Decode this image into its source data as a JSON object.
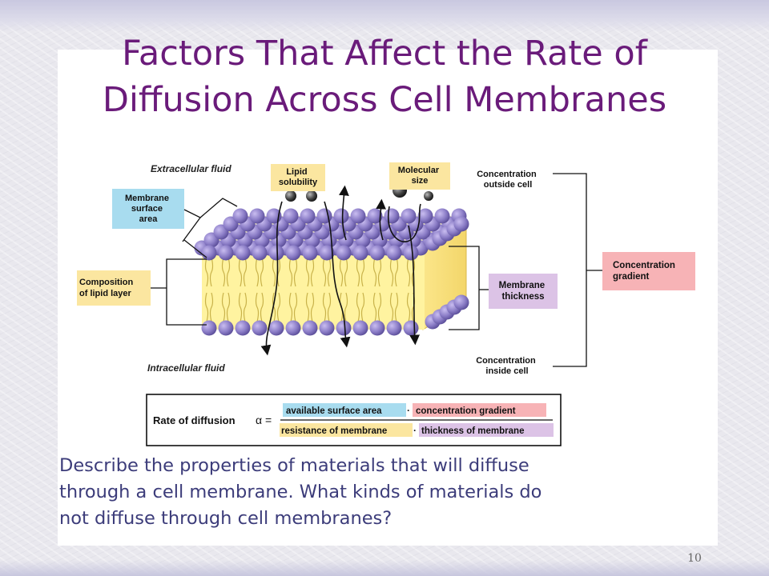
{
  "slide": {
    "title_line1": "Factors That Affect the Rate of",
    "title_line2": "Diffusion Across Cell Membranes",
    "question_line1": "Describe the properties of materials that will diffuse",
    "question_line2": "through a cell membrane.  What kinds of materials do",
    "question_line3": "not diffuse through cell membranes?",
    "page_number": "10"
  },
  "diagram": {
    "extracellular": "Extracellular fluid",
    "intracellular": "Intracellular fluid",
    "membrane_surface_area": [
      "Membrane",
      "surface",
      "area"
    ],
    "lipid_solubility": [
      "Lipid",
      "solubility"
    ],
    "molecular_size": [
      "Molecular",
      "size"
    ],
    "concentration_outside": [
      "Concentration",
      "outside cell"
    ],
    "concentration_inside": [
      "Concentration",
      "inside cell"
    ],
    "concentration_gradient": [
      "Concentration",
      "gradient"
    ],
    "membrane_thickness": [
      "Membrane",
      "thickness"
    ],
    "composition_lipid_layer": [
      "Composition",
      "of lipid layer"
    ]
  },
  "formula": {
    "label": "Rate of diffusion",
    "symbol": "α =",
    "numerator_1": "available surface area",
    "dot": "·",
    "numerator_2": "concentration gradient",
    "denominator_1": "resistance of membrane",
    "denominator_2": "thickness of membrane"
  },
  "colors": {
    "title": "#6a1b7a",
    "blue_box": "#a8dcef",
    "yellow_box": "#fbe6a0",
    "pink_box": "#f7b3b6",
    "purple_box": "#dcc3e6",
    "lipid_head": "#8a7cc6",
    "lipid_tail": "#fff3a0"
  }
}
